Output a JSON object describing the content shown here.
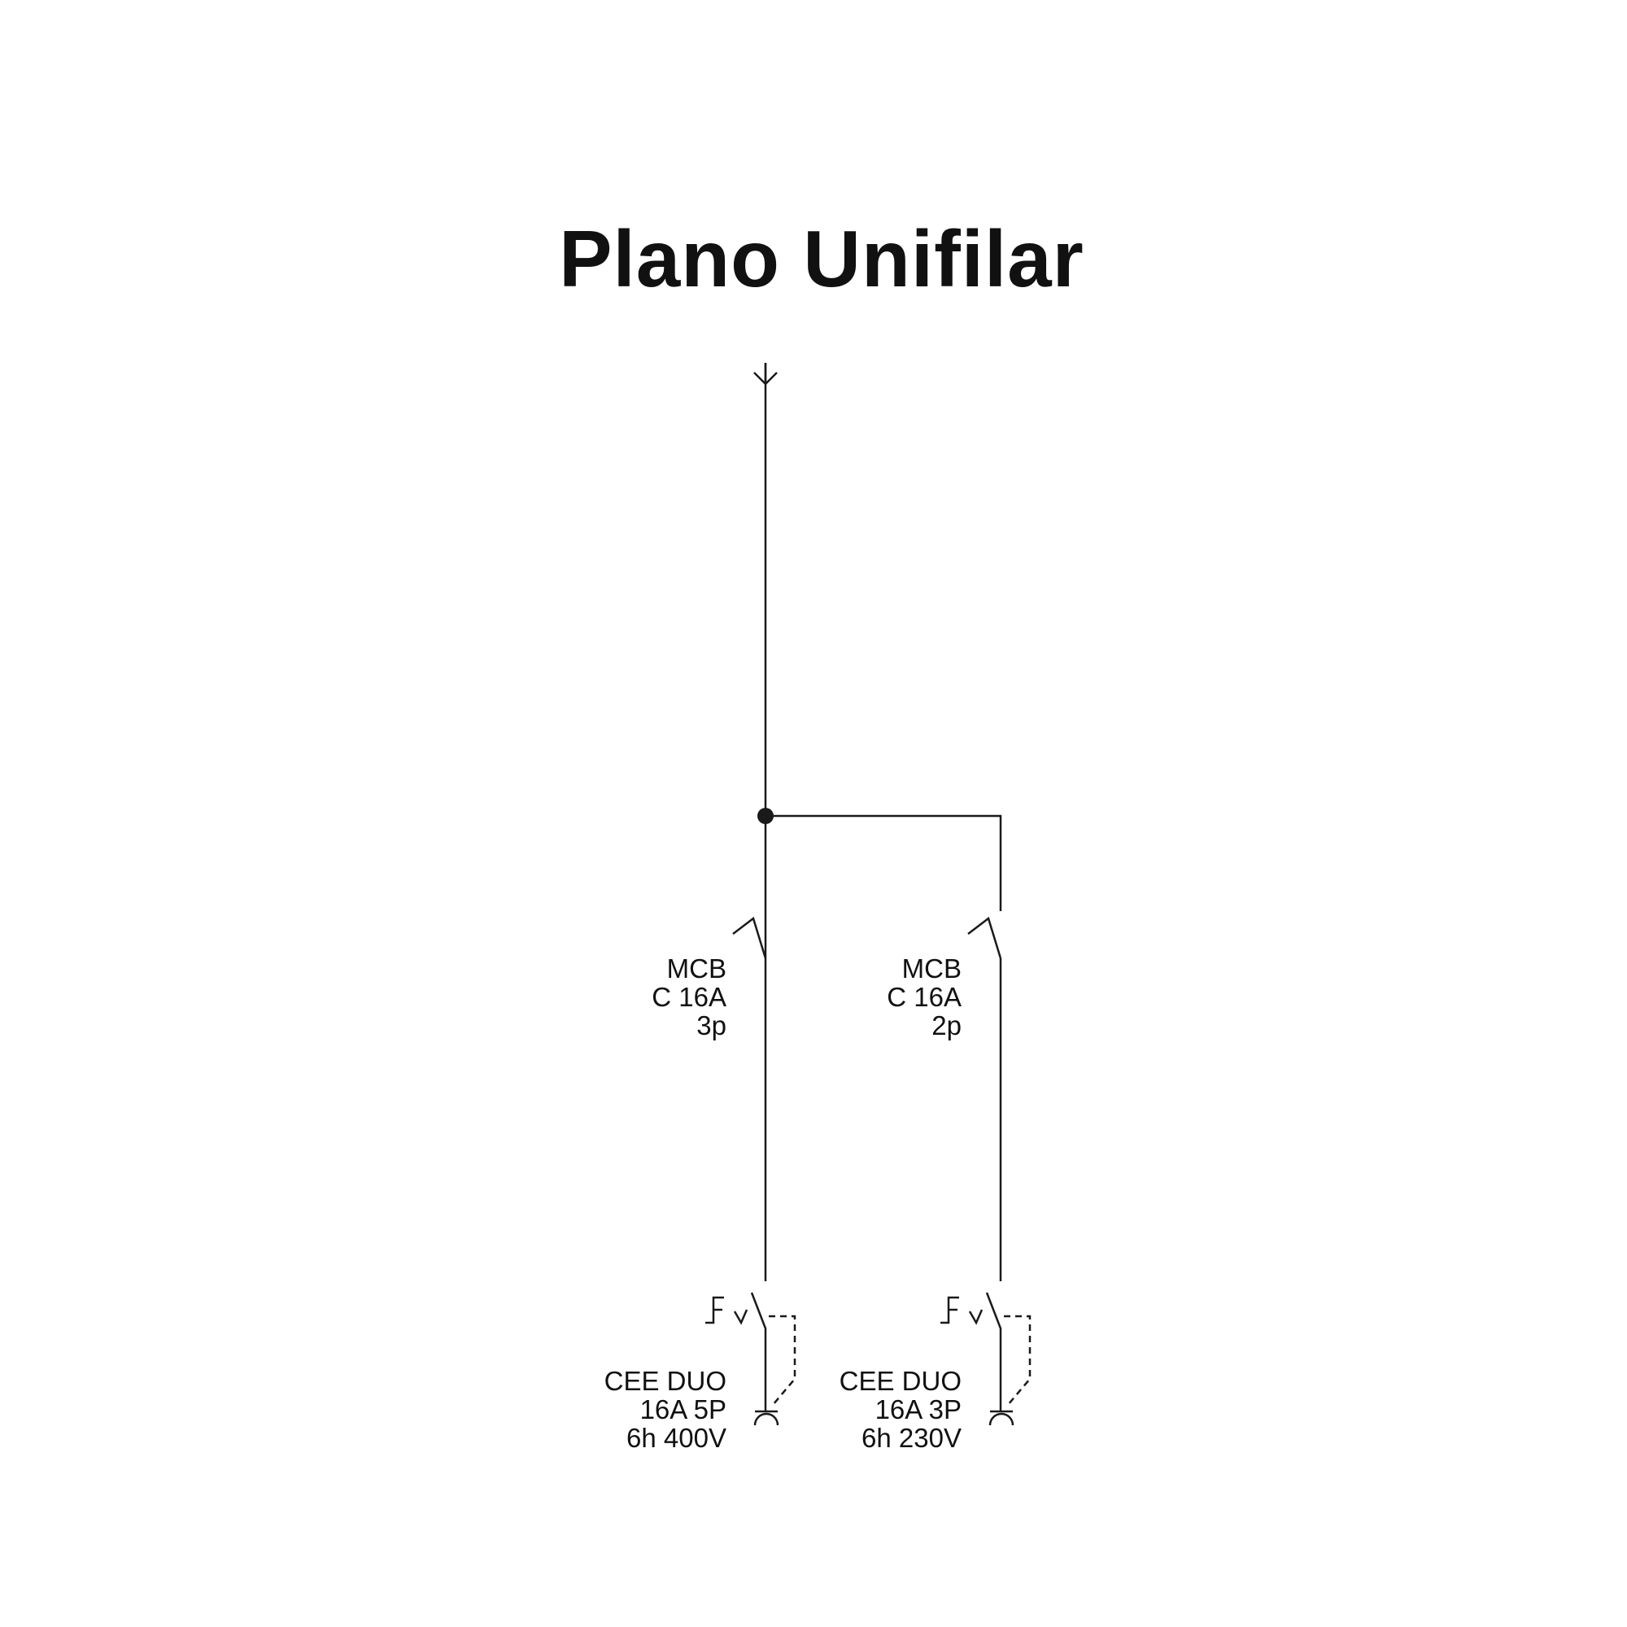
{
  "title": "Plano Unifilar",
  "line_color": "#1a1a1a",
  "branches": [
    {
      "breaker": {
        "type": "MCB",
        "rating": "C 16A",
        "poles": "3p"
      },
      "outlet": {
        "type": "CEE DUO",
        "spec": "16A 5P",
        "voltage": "6h 400V"
      }
    },
    {
      "breaker": {
        "type": "MCB",
        "rating": "C 16A",
        "poles": "2p"
      },
      "outlet": {
        "type": "CEE DUO",
        "spec": "16A 3P",
        "voltage": "6h 230V"
      }
    }
  ]
}
